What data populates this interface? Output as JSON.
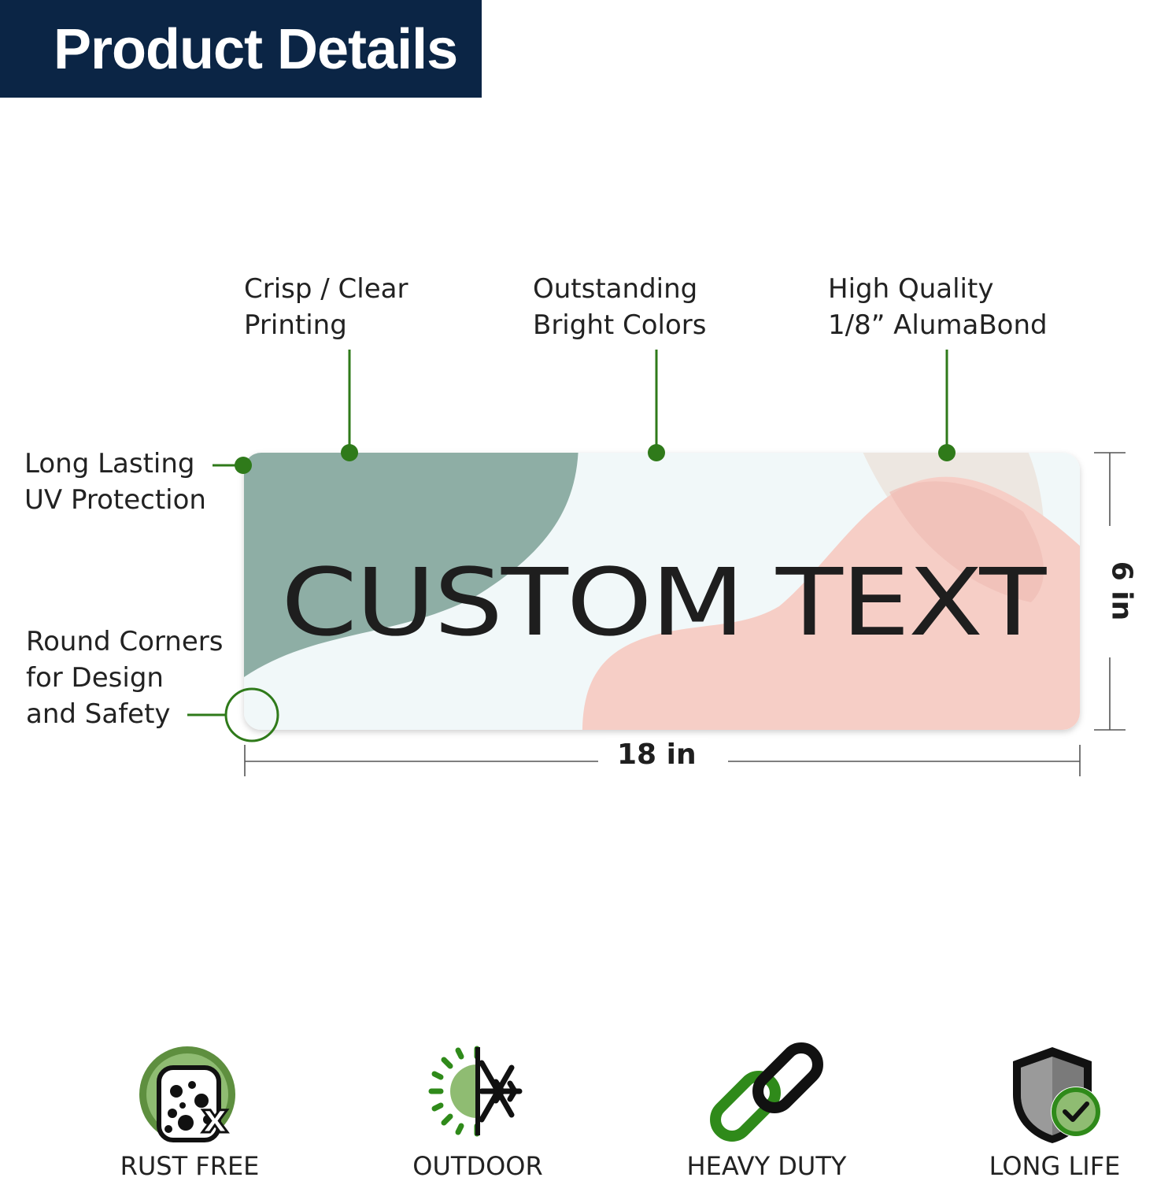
{
  "header": {
    "title": "Product Details"
  },
  "callouts": {
    "printing": [
      "Crisp / Clear",
      "Printing"
    ],
    "colors": [
      "Outstanding",
      "Bright Colors"
    ],
    "material": [
      "High Quality",
      "1/8” AlumaBond"
    ],
    "uv": [
      "Long Lasting",
      "UV Protection"
    ],
    "corners": [
      "Round Corners",
      "for Design",
      "and Safety"
    ]
  },
  "sign": {
    "text": "CUSTOM TEXT",
    "colors": {
      "sage": "#8eaea5",
      "background": "#f1f8f9",
      "pink": "#f6cec6",
      "beige": "#ede7e1",
      "text": "#1e1e1e"
    }
  },
  "dimensions": {
    "width": "18 in",
    "height": "6 in"
  },
  "accent": "#2f7a1a",
  "features": [
    {
      "label": "RUST FREE",
      "icon": "rust-free-icon"
    },
    {
      "label": "OUTDOOR",
      "icon": "sun-snowflake-icon"
    },
    {
      "label": "HEAVY DUTY",
      "icon": "chain-link-icon"
    },
    {
      "label": "LONG LIFE",
      "icon": "shield-clock-icon"
    }
  ]
}
